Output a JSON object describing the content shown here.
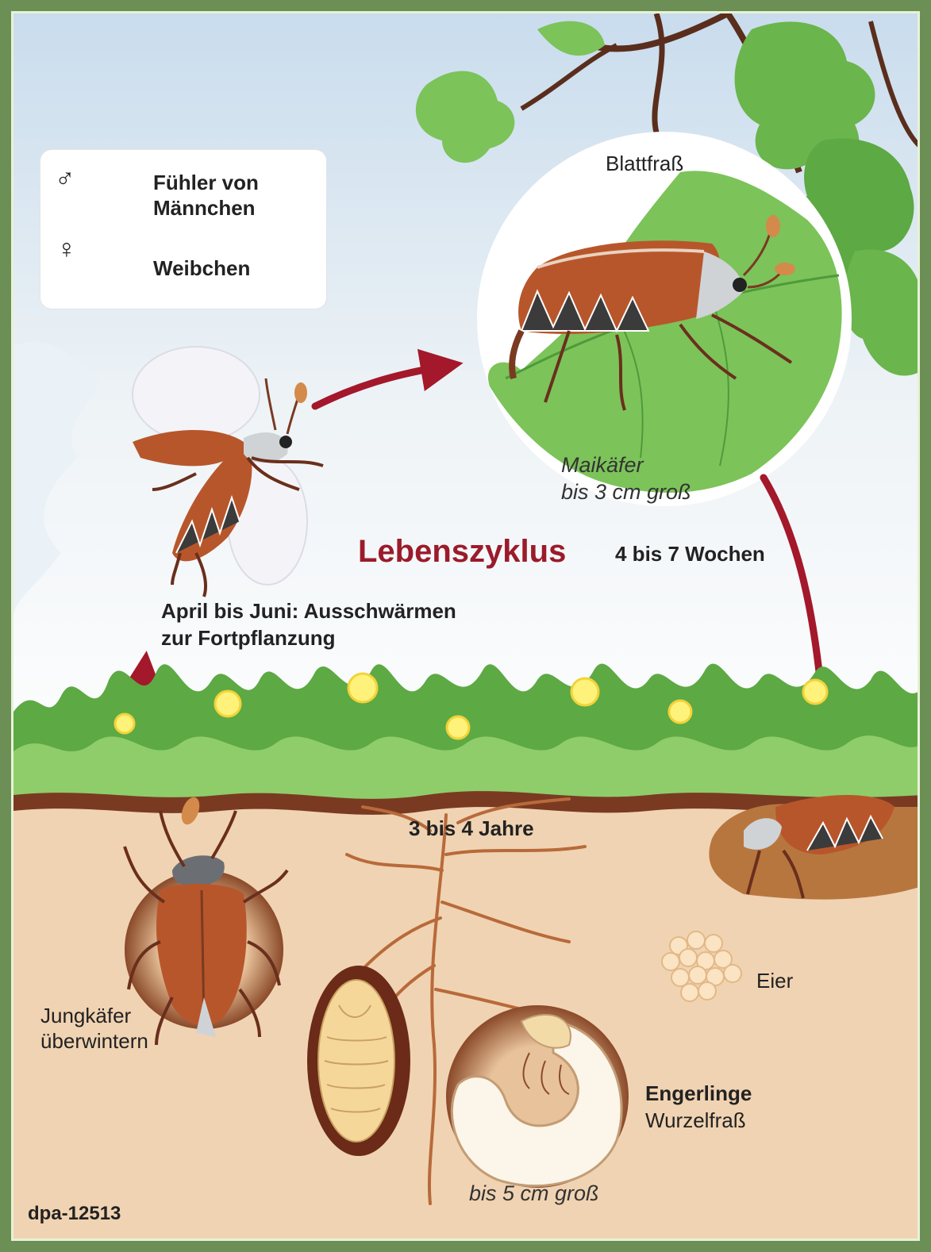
{
  "legend": {
    "male_symbol": "♂",
    "female_symbol": "♀",
    "male_label_line1": "Fühler von",
    "male_label_line2": "Männchen",
    "female_label": "Weibchen"
  },
  "labels": {
    "blattfrass": "Blattfraß",
    "maikaefer_line1": "Maikäfer",
    "maikaefer_line2": "bis 3 cm groß",
    "title": "Lebenszyklus",
    "title_sub": "4 bis 7 Wochen",
    "swarm_line1": "April bis Juni: Ausschwärmen",
    "swarm_line2": "zur Fortpflanzung",
    "years": "3 bis 4 Jahre",
    "eggs": "Eier",
    "grubs_title": "Engerlinge",
    "grubs_sub": "Wurzelfraß",
    "grubs_size": "bis 5 cm groß",
    "young_line1": "Jungkäfer",
    "young_line2": "überwintern",
    "credit": "dpa-12513"
  },
  "colors": {
    "sky": "#e6eef5",
    "leaf_green": "#6fb84f",
    "grass_green": "#4f9a3a",
    "soil": "#f0d3b2",
    "soil_dark": "#7a3a22",
    "arrow_red": "#a3182a",
    "beetle_brown": "#b8562b",
    "title_red": "#9b1b2a"
  }
}
